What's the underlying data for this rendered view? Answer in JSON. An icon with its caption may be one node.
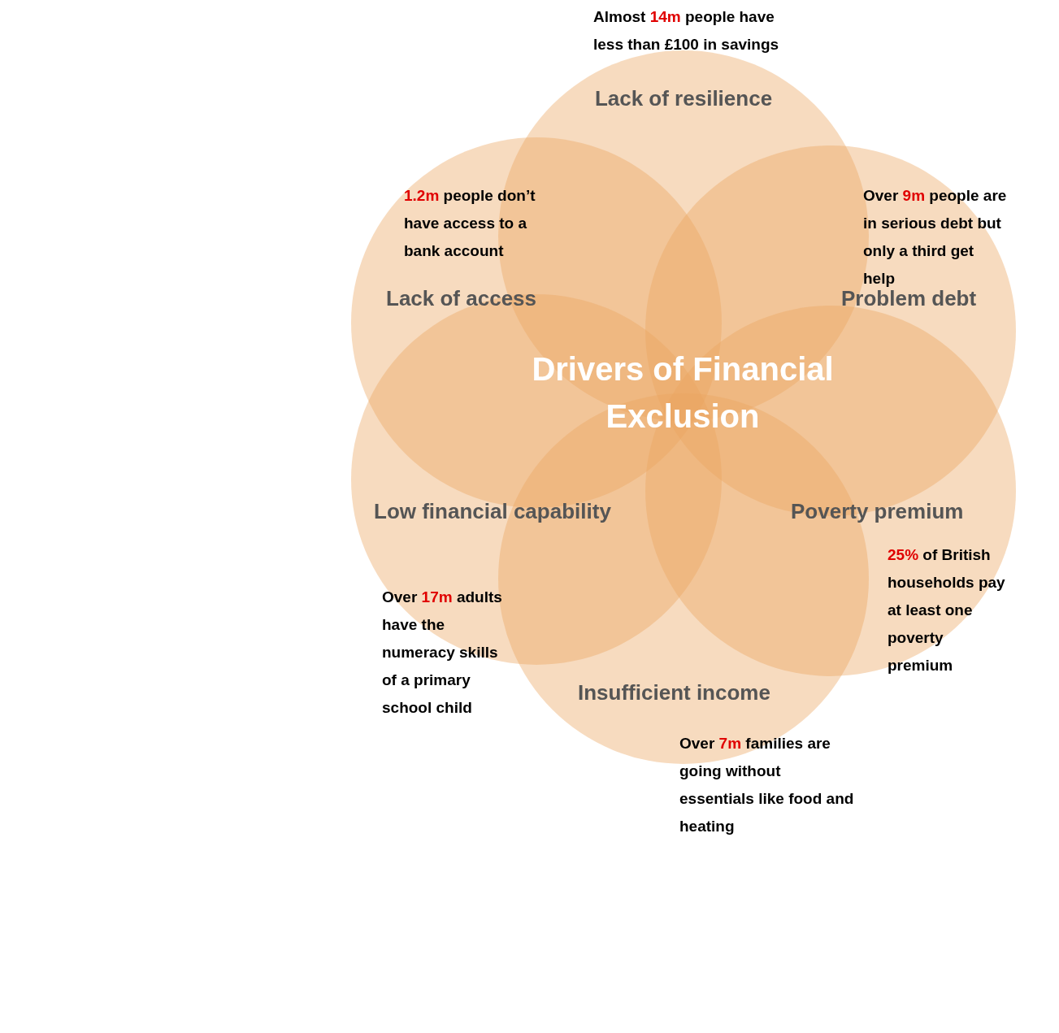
{
  "diagram": {
    "title": "Drivers of Financial Exclusion",
    "nodes": [
      {
        "text": [
          "Lack of resilience"
        ],
        "beside": [
          "Almost **14m** people have less than £100 in savings"
        ]
      },
      {
        "text": [
          "**1.2m** people don’t have access to a bank account",
          "Lack of access"
        ]
      },
      {
        "text": [
          "Over **9m** people are in serious debt but only a third get help",
          "Problem debt"
        ]
      },
      {
        "text": [
          "Low financial capability"
        ],
        "beside": [
          "Over **17m** adults have the numeracy skills of a primary school child"
        ]
      },
      {
        "text": [
          "Poverty premium",
          "**25%** of British households pay at least one poverty premium"
        ]
      },
      {
        "text": [
          "Insufficient income"
        ],
        "beside": [
          "Over **7m** families are going without essentials like food and heating"
        ]
      }
    ],
    "edges": []
  }
}
